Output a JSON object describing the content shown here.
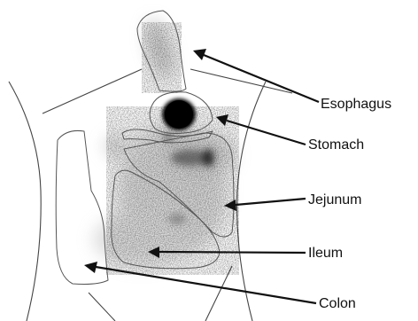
{
  "labels": {
    "esophagus": "Esophagus",
    "stomach": "Stomach",
    "jejunum": "Jejunum",
    "ileum": "Ileum",
    "colon": "Colon"
  },
  "colors": {
    "arrow": "#111111",
    "outline": "#555555",
    "uptake_dark": "#000000",
    "background": "#ffffff"
  }
}
